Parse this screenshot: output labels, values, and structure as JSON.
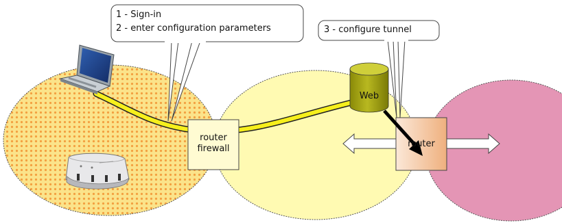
{
  "callouts": {
    "left_line1": "1 - Sign-in",
    "left_line2": "2 - enter configuration parameters",
    "right": "3 - configure tunnel"
  },
  "labels": {
    "web": "Web",
    "router_firewall_line1": "router",
    "router_firewall_line2": "firewall",
    "router": "router"
  },
  "colors": {
    "left_cloud": "#fbe07a",
    "left_cloud_dots": "#f4a44a",
    "middle_cloud": "#fffab0",
    "right_cloud": "#e494b4",
    "cloud_outline": "#555555",
    "tunnel": "#f5ee1a",
    "web_cylinder": "#a3a310",
    "router_box_light": "#fbe7d6",
    "router_box_dark": "#f0b88a",
    "firewall_box": "#fffbd0"
  },
  "icons": [
    "laptop-icon",
    "modem-icon",
    "web-server-icon"
  ]
}
